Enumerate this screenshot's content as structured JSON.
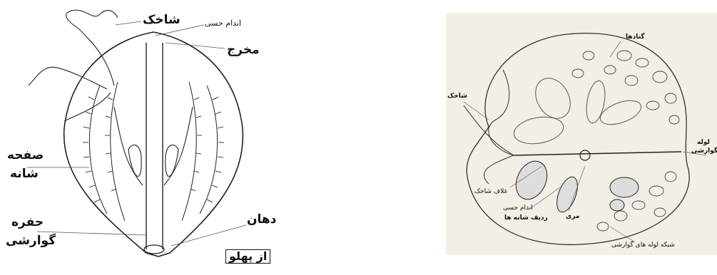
{
  "left_diagram": {
    "labels": {
      "tentacle": "شاخک",
      "sense_organ": "اندام حسی",
      "exit": "مخرج",
      "comb_plate_line1": "صفحه",
      "comb_plate_line2": "شانه",
      "gastro_cavity_line1": "حفره",
      "gastro_cavity_line2": "گوارشی",
      "mouth": "دهان",
      "view_side": "از پهلو"
    }
  },
  "right_diagram": {
    "labels": {
      "gonads": "گنادها",
      "tentacle": "شاخک",
      "tube_line1": "لوله",
      "tube_line2": "گوارشی",
      "tentacle_sheath": "غلاف شاخک",
      "sense_organ": "اندام حسی",
      "comb_rows": "ردیف شانه ها",
      "esophagus": "مری",
      "digestive_network": "شبکه لوله های گوارشی"
    }
  }
}
